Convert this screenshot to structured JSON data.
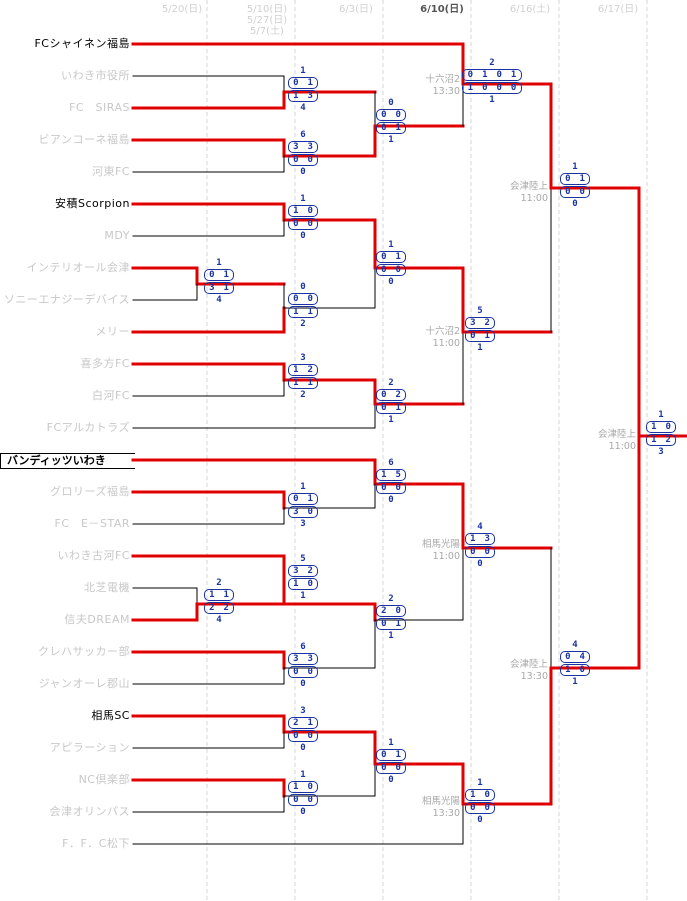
{
  "dates": [
    {
      "label": "5/20(日)",
      "active": false
    },
    {
      "label": "5/10(日)\n5/27(日)\n5/7(土)",
      "active": false
    },
    {
      "label": "6/3(日)",
      "active": false
    },
    {
      "label": "6/10(日)",
      "active": true
    },
    {
      "label": "6/16(土)",
      "active": false
    },
    {
      "label": "6/17(日)",
      "active": false
    }
  ],
  "teams": [
    {
      "name": "FCシャイネン福島",
      "style": "highlight"
    },
    {
      "name": "いわき市役所",
      "style": ""
    },
    {
      "name": "FC　SIRAS",
      "style": ""
    },
    {
      "name": "ビアンコーネ福島",
      "style": ""
    },
    {
      "name": "河東FC",
      "style": ""
    },
    {
      "name": "安積Scorpion",
      "style": "highlight"
    },
    {
      "name": "MDY",
      "style": ""
    },
    {
      "name": "インテリオール会津",
      "style": ""
    },
    {
      "name": "ソニーエナジーデバイス",
      "style": ""
    },
    {
      "name": "メリー",
      "style": ""
    },
    {
      "name": "喜多方FC",
      "style": ""
    },
    {
      "name": "白河FC",
      "style": ""
    },
    {
      "name": "FCアルカトラズ",
      "style": ""
    },
    {
      "name": "バンディッツいわき",
      "style": "boxed"
    },
    {
      "name": "グロリーズ福島",
      "style": ""
    },
    {
      "name": "FC　E－STAR",
      "style": ""
    },
    {
      "name": "いわき古河FC",
      "style": ""
    },
    {
      "name": "北芝電機",
      "style": ""
    },
    {
      "name": "信夫DREAM",
      "style": ""
    },
    {
      "name": "クレハサッカー部",
      "style": ""
    },
    {
      "name": "ジャンオーレ郡山",
      "style": ""
    },
    {
      "name": "相馬SC",
      "style": "highlight"
    },
    {
      "name": "アピラーション",
      "style": ""
    },
    {
      "name": "NC倶楽部",
      "style": ""
    },
    {
      "name": "会津オリンパス",
      "style": ""
    },
    {
      "name": "F．F．C松下",
      "style": ""
    }
  ],
  "venues": [
    {
      "name": "十六沼2",
      "time": "13:30"
    },
    {
      "name": "十六沼2",
      "time": "11:00"
    },
    {
      "name": "相馬光陽",
      "time": "11:00"
    },
    {
      "name": "相馬光陽",
      "time": "13:30"
    },
    {
      "name": "会津陸上",
      "time": "11:00"
    },
    {
      "name": "会津陸上",
      "time": "13:30"
    },
    {
      "name": "会津陸上",
      "time": "11:00"
    }
  ],
  "scores": [
    {
      "top": "1",
      "h1": "0　1",
      "h2": "1　3",
      "bottom": "4"
    },
    {
      "top": "6",
      "h1": "3　3",
      "h2": "0　0",
      "bottom": "0"
    },
    {
      "top": "0",
      "h1": "0　0",
      "h2": "0　1",
      "bottom": "1"
    },
    {
      "top": "1",
      "h1": "1　0",
      "h2": "0　0",
      "bottom": "0"
    },
    {
      "top": "1",
      "h1": "0　1",
      "h2": "3　1",
      "bottom": "4"
    },
    {
      "top": "0",
      "h1": "0　0",
      "h2": "1　1",
      "bottom": "2"
    },
    {
      "top": "1",
      "h1": "0　1",
      "h2": "0　0",
      "bottom": "0"
    },
    {
      "top": "3",
      "h1": "1　2",
      "h2": "1　1",
      "bottom": "2"
    },
    {
      "top": "2",
      "h1": "0　2",
      "h2": "0　1",
      "bottom": "1"
    },
    {
      "top": "6",
      "h1": "1　5",
      "h2": "0　0",
      "bottom": "0"
    },
    {
      "top": "1",
      "h1": "0　1",
      "h2": "3　0",
      "bottom": "3"
    },
    {
      "top": "5",
      "h1": "3　2",
      "h2": "1　0",
      "bottom": "1"
    },
    {
      "top": "2",
      "h1": "1　1",
      "h2": "2　2",
      "bottom": "4"
    },
    {
      "top": "2",
      "h1": "2　0",
      "h2": "0　1",
      "bottom": "1"
    },
    {
      "top": "6",
      "h1": "3　3",
      "h2": "0　0",
      "bottom": "0"
    },
    {
      "top": "3",
      "h1": "2　1",
      "h2": "0　0",
      "bottom": "0"
    },
    {
      "top": "1",
      "h1": "1　0",
      "h2": "0　0",
      "bottom": "0"
    },
    {
      "top": "1",
      "h1": "0　1",
      "h2": "0　0",
      "bottom": "0"
    },
    {
      "top": "2",
      "h1": "0　1　0　1",
      "h2": "1　0　0　0",
      "bottom": "1"
    },
    {
      "top": "5",
      "h1": "3　2",
      "h2": "0　1",
      "bottom": "1"
    },
    {
      "top": "4",
      "h1": "1　3",
      "h2": "0　0",
      "bottom": "0"
    },
    {
      "top": "1",
      "h1": "1　0",
      "h2": "0　0",
      "bottom": "0"
    },
    {
      "top": "1",
      "h1": "0　1",
      "h2": "0　0",
      "bottom": "0"
    },
    {
      "top": "4",
      "h1": "0　4",
      "h2": "1　0",
      "bottom": "1"
    },
    {
      "top": "1",
      "h1": "1　0",
      "h2": "1　2",
      "bottom": "3"
    }
  ]
}
